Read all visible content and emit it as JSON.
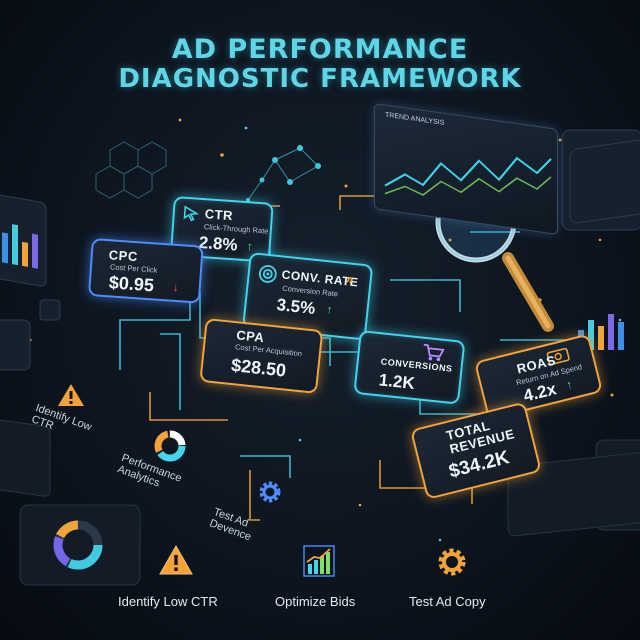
{
  "title": {
    "line1": "AD PERFORMANCE",
    "line2": "DIAGNOSTIC FRAMEWORK"
  },
  "trend_panel": {
    "title": "TREND ANALYSIS"
  },
  "cards": {
    "ctr": {
      "label": "CTR",
      "sublabel": "Click-Through Rate",
      "value": "2.8%",
      "trend_glyph": "↑"
    },
    "cpc": {
      "label": "CPC",
      "sublabel": "Cost Per Click",
      "value": "$0.95",
      "trend_glyph": "↓"
    },
    "conv_rate": {
      "label": "CONV. RATE",
      "sublabel": "Conversion Rate",
      "value": "3.5%",
      "trend_glyph": "↑",
      "badge_glyph": "»"
    },
    "cpa": {
      "label": "CPA",
      "sublabel": "Cost Per Acquisition",
      "value": "$28.50"
    },
    "conversions": {
      "label": "CONVERSIONS",
      "value": "1.2K"
    },
    "roas": {
      "label": "ROAS",
      "sublabel": "Return on Ad Spend",
      "value": "4.2x",
      "trend_glyph": "↑"
    },
    "total_revenue": {
      "label": "TOTAL REVENUE",
      "value": "$34.2K"
    }
  },
  "flow_steps": [
    "Identify Low CTR",
    "Performance Analytics",
    "Test Ad Devence"
  ],
  "actions": [
    {
      "label": "Identify Low CTR",
      "icon": "warning-icon"
    },
    {
      "label": "Optimize Bids",
      "icon": "bar-growth-icon"
    },
    {
      "label": "Test Ad Copy",
      "icon": "gear-icon"
    }
  ],
  "colors": {
    "accent_cyan": "#43d4ee",
    "accent_blue": "#4e8cff",
    "accent_orange": "#f2a33b",
    "trend_up": "#4ee08a",
    "trend_down": "#ff4b4b",
    "background": "#0d151f"
  }
}
